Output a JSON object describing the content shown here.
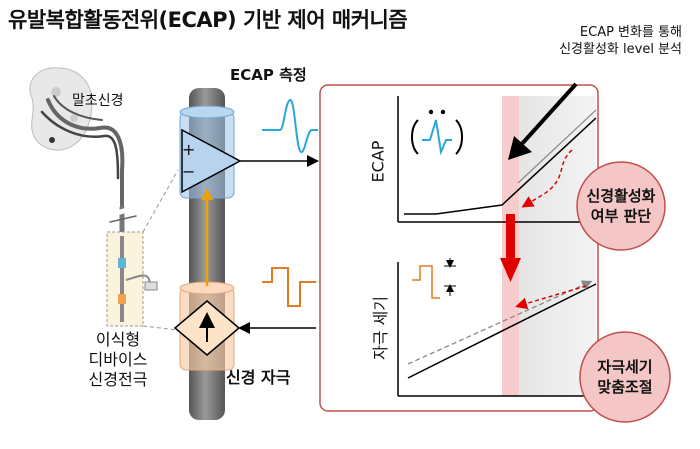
{
  "title": "유발복합활동전위(ECAP) 기반 제어 매커니즘",
  "labels": {
    "peripheral_nerve": "말초신경",
    "implant_line1": "이식형",
    "implant_line2": "디바이스",
    "implant_line3": "신경전극",
    "ecap_measure": "ECAP 측정",
    "nerve_stim": "신경 자극",
    "analysis_line1": "ECAP 변화를 통해",
    "analysis_line2": "신경활성화 level 분석",
    "ecap_axis": "ECAP",
    "stim_axis": "자극 세기",
    "amp_plus": "+",
    "amp_minus": "−"
  },
  "bubbles": {
    "judge_line1": "신경활성화",
    "judge_line2": "여부 판단",
    "adjust_line1": "자극세기",
    "adjust_line2": "맞춤조절"
  },
  "colors": {
    "panel_border": "#c0504d",
    "bubble_fill": "#f4c6c6",
    "bubble_border": "#c0504d",
    "highlight_band": "#f7cccc",
    "shade": "#e6e6e6",
    "ecap_wave": "#29a8d8",
    "stim_wave": "#e07b20",
    "arrow_red": "#e00000",
    "arrow_yellow": "#f0a000",
    "nerve_rod": "#777777",
    "blue_cylinder": "#9dc3e6",
    "orange_cylinder": "#f8cba5"
  }
}
